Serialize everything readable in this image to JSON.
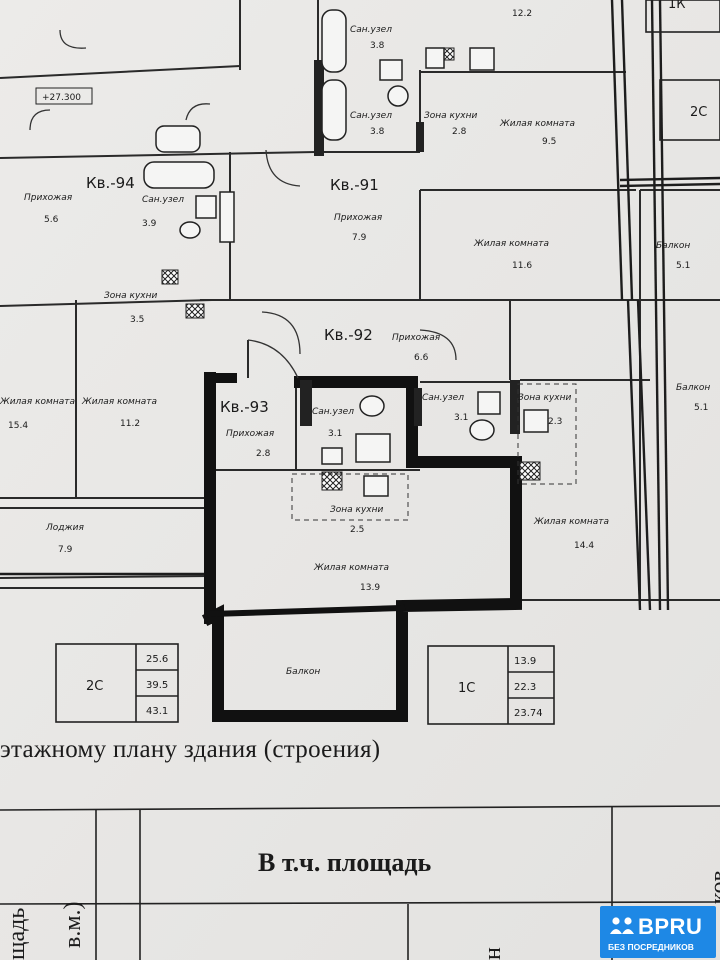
{
  "plan": {
    "apartments": {
      "kv91": "Кв.-91",
      "kv92": "Кв.-92",
      "kv93": "Кв.-93",
      "kv94": "Кв.-94"
    },
    "rooms": {
      "sanuzel_top": "Сан.узел",
      "sanuzel_top_area": "3.8",
      "sanuzel_mid": "Сан.узел",
      "sanuzel_mid_area": "3.8",
      "kitchen_top": "Зона кухни",
      "kitchen_top_area": "2.8",
      "living_top": "Жилая комната",
      "living_top_area": "9.5",
      "hall_91": "Прихожая",
      "hall_91_area": "7.9",
      "living_91": "Жилая комната",
      "living_91_area": "11.6",
      "balcony_right": "Балкон",
      "balcony_right_area": "5.1",
      "balcony_right2": "Балкон",
      "balcony_right2_area": "5.1",
      "hall_94": "Прихожая",
      "hall_94_area": "5.6",
      "sanuzel_94": "Сан.узел",
      "sanuzel_94_area": "3.9",
      "kitchen_94": "Зона кухни",
      "kitchen_94_area": "3.5",
      "hall_92": "Прихожая",
      "hall_92_area": "6.6",
      "sanuzel_92": "Сан.узел",
      "sanuzel_92_area": "3.1",
      "kitchen_92": "Зона кухни",
      "kitchen_92_area": "2.3",
      "living_92": "Жилая комната",
      "living_92_area": "14.4",
      "hall_93": "Прихожая",
      "hall_93_area": "2.8",
      "sanuzel_93": "Сан.узел",
      "sanuzel_93_area": "3.1",
      "kitchen_93": "Зона кухни",
      "kitchen_93_area": "2.5",
      "living_93": "Жилая комната",
      "living_93_area": "13.9",
      "balcony_93": "Балкон",
      "living_left": "Жилая комната",
      "living_left_area": "15.4",
      "living_left2": "Жилая комната",
      "living_left2_area": "11.2",
      "loggia": "Лоджия",
      "loggia_area": "7.9",
      "elevation": "+27.300",
      "top_number": "12.2",
      "top_right_tag": "1К",
      "right_tag": "2С"
    },
    "legend_left": {
      "type": "2С",
      "values": [
        "25.6",
        "39.5",
        "43.1"
      ]
    },
    "legend_right": {
      "type": "1С",
      "values": [
        "13.9",
        "22.3",
        "23.74"
      ]
    }
  },
  "document": {
    "caption": "этажному плану здания (строения)",
    "table_header": "В т.ч. площадь",
    "col_left_a": "щадь",
    "col_left_b": "в.м.)",
    "col_right": "н",
    "col_far_right": "ков"
  },
  "logo": {
    "name": "BPRU",
    "subtitle": "БЕЗ ПОСРЕДНИКОВ",
    "color": "#1e88e5"
  }
}
